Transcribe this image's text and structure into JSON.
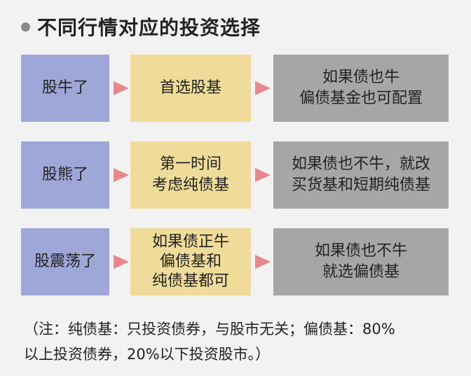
{
  "title": "不同行情对应的投资选择",
  "colors": {
    "market_box": "#9fa6d8",
    "choice_box": "#efdc9a",
    "alternative_box": "#a6a6a6",
    "arrow": "#e8888c"
  },
  "rows": [
    {
      "market": [
        "股牛了"
      ],
      "choice": [
        "首选股基"
      ],
      "alternative": [
        "如果债也牛",
        "偏债基金也可配置"
      ]
    },
    {
      "market": [
        "股熊了"
      ],
      "choice": [
        "第一时间",
        "考虑纯债基"
      ],
      "alternative": [
        "如果债也不牛，就改",
        "买货基和短期纯债基"
      ]
    },
    {
      "market": [
        "股震荡了"
      ],
      "choice": [
        "如果债正牛",
        "偏债基和",
        "纯债基都可"
      ],
      "alternative": [
        "如果债也不牛",
        "就选偏债基"
      ]
    }
  ],
  "note": {
    "line1": "（注：纯债基：只投资债券，与股市无关；偏债基：80%",
    "line2": "以上投资债券，20%以下投资股市。）"
  }
}
